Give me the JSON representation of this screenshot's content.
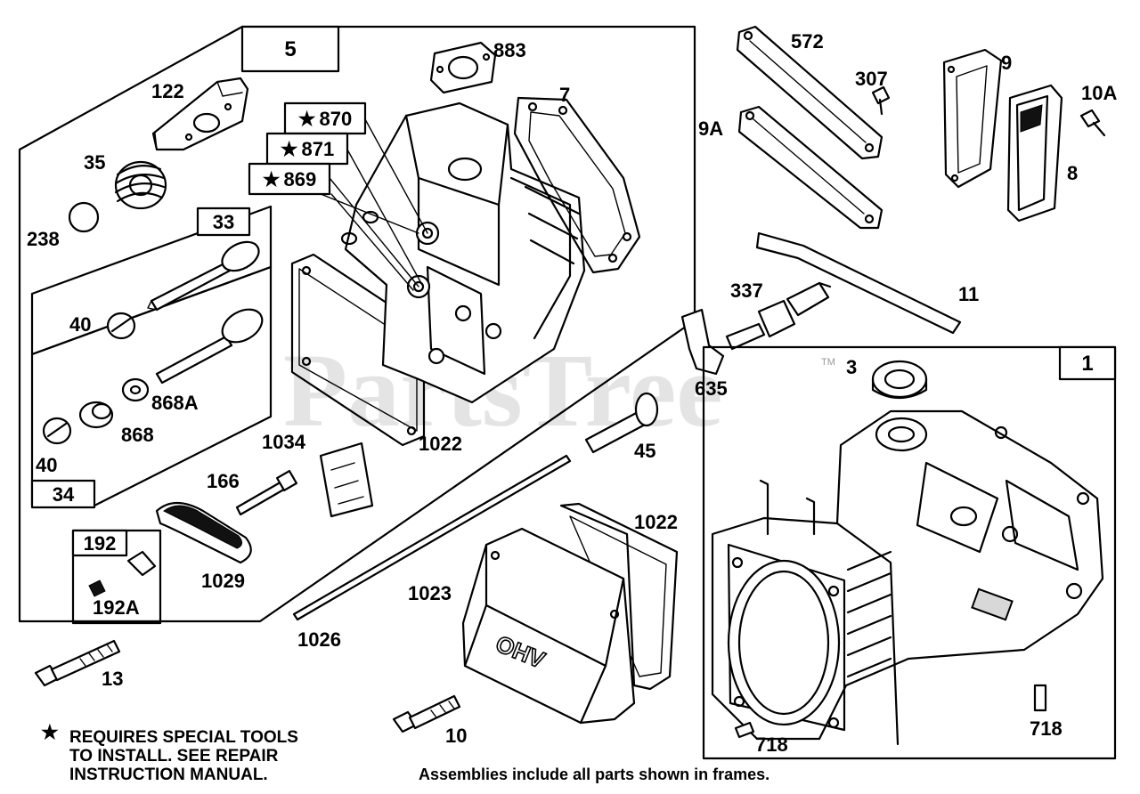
{
  "watermark": "PartsTree",
  "trademark": "TM",
  "frames": {
    "cylinder_head": "5",
    "exhaust_valve": "33",
    "intake_valve": "34",
    "breather": "192",
    "cylinder": "1"
  },
  "callouts": {
    "p883": "883",
    "p7": "7",
    "p122": "122",
    "p870": "870",
    "p871": "871",
    "p869": "869",
    "p35": "35",
    "p238": "238",
    "p40a": "40",
    "p868a": "868A",
    "p868": "868",
    "p40b": "40",
    "p1034": "1034",
    "p1022a": "1022",
    "p166": "166",
    "p1029": "1029",
    "p192a": "192A",
    "p572": "572",
    "p307": "307",
    "p9a": "9A",
    "p9": "9",
    "p10a": "10A",
    "p8": "8",
    "p11": "11",
    "p337": "337",
    "p635": "635",
    "p45": "45",
    "p3": "3",
    "p1022b": "1022",
    "p1023": "1023",
    "p1026": "1026",
    "p13": "13",
    "p10": "10",
    "p718a": "718",
    "p718b": "718"
  },
  "star_glyph": "★",
  "cover_text": "OHV",
  "notes": {
    "special_tools": {
      "line1": "REQUIRES SPECIAL TOOLS",
      "line2": "TO INSTALL.  SEE REPAIR",
      "line3": "INSTRUCTION MANUAL."
    },
    "assemblies": "Assemblies include all parts shown in frames."
  }
}
